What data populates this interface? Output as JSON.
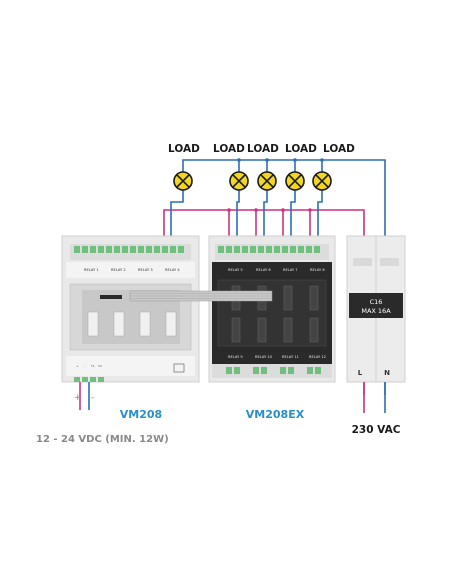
{
  "loads": [
    {
      "label": "LOAD"
    },
    {
      "label": "LOAD"
    },
    {
      "label": "LOAD"
    },
    {
      "label": "LOAD"
    },
    {
      "label": "LOAD"
    }
  ],
  "modules": {
    "vm208": {
      "name": "VM208",
      "relays": [
        "RELAY 1",
        "RELAY 2",
        "RELAY 3",
        "RELAY 4"
      ],
      "terminals": [
        "+",
        "-",
        "T1",
        "T2"
      ]
    },
    "vm208ex": {
      "name": "VM208EX",
      "relays_top": [
        "RELAY 5",
        "RELAY 6",
        "RELAY 7",
        "RELAY 8"
      ],
      "relays_bottom": [
        "RELAY 9",
        "RELAY 10",
        "RELAY 11",
        "RELAY 12"
      ]
    },
    "breaker": {
      "line1": "C16",
      "line2": "MAX 16A",
      "terminal_l": "L",
      "terminal_n": "N"
    }
  },
  "supply": {
    "polarity_plus": "+",
    "polarity_minus": "-",
    "dc_label": "12 - 24 VDC (MIN. 12W)",
    "ac_label": "230 VAC"
  },
  "colors": {
    "wire_magenta": "#d0307e",
    "wire_blue": "#2c6fb3",
    "wire_green": "#4caf6a",
    "lamp_yellow": "#f2d622",
    "module_light": "#e9e9e9",
    "module_dark": "#2a2a2a",
    "vm208_text": "#2a8fc9",
    "vm208ex_text": "#2a8fc9"
  }
}
